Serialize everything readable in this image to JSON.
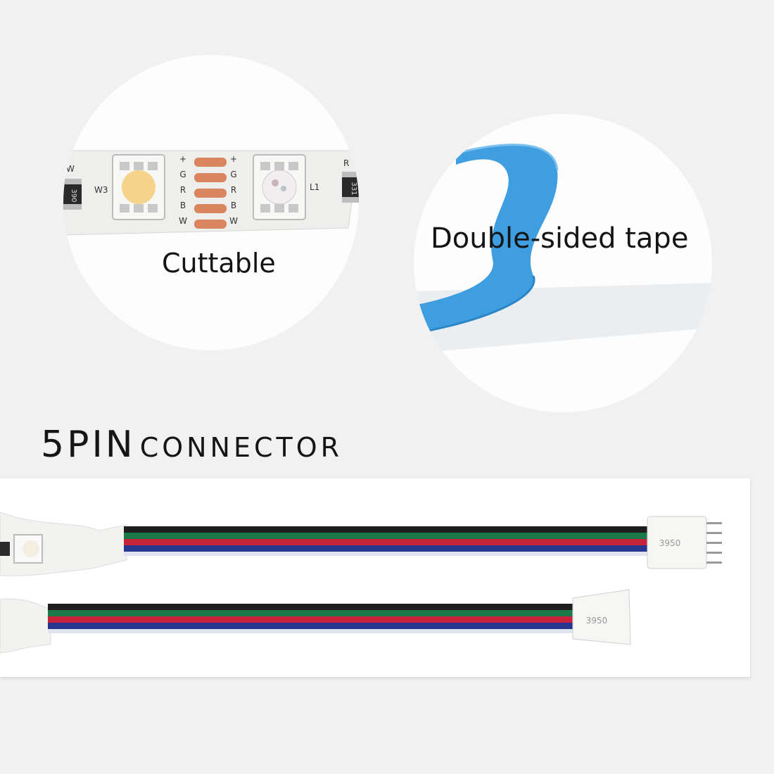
{
  "features": {
    "cuttable": {
      "caption": "Cuttable",
      "pad_labels_left": [
        "+",
        "G",
        "R",
        "B",
        "W"
      ],
      "pad_labels_right": [
        "+",
        "G",
        "R",
        "B",
        "W"
      ],
      "led_label_left": "W3",
      "led_label_right": "L1",
      "resistor_left": "390",
      "resistor_right": "331",
      "edge_label_left": "W",
      "edge_label_right": "R"
    },
    "tape": {
      "caption": "Double-sided tape"
    }
  },
  "connector": {
    "heading_main": "5PIN",
    "heading_sub": "CONNECTOR",
    "plug_text_top": "3950",
    "plug_text_bottom": "3950"
  },
  "colors": {
    "background": "#f1f1f1",
    "pad_copper": "#d9865f",
    "tape_blue": "#3f9ee0",
    "wire_black": "#1e1e1e",
    "wire_green": "#1c7a4a",
    "wire_red": "#c8233a",
    "wire_blue": "#26358f"
  }
}
